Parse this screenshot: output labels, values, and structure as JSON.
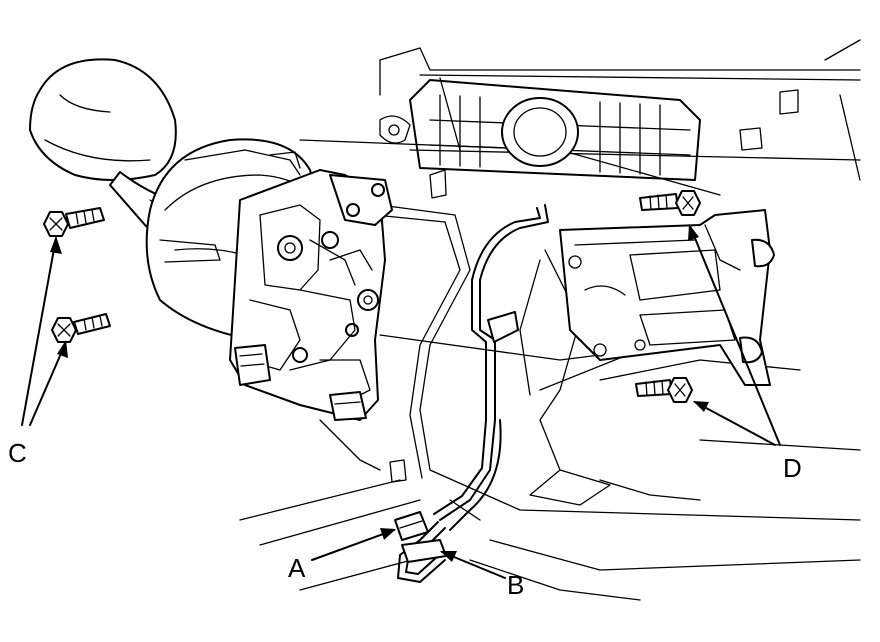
{
  "callouts": {
    "a": "A",
    "b": "B",
    "c": "C",
    "d": "D"
  },
  "icons": {
    "pointer": "arrow-icon",
    "fastener": "bolt-icon"
  }
}
